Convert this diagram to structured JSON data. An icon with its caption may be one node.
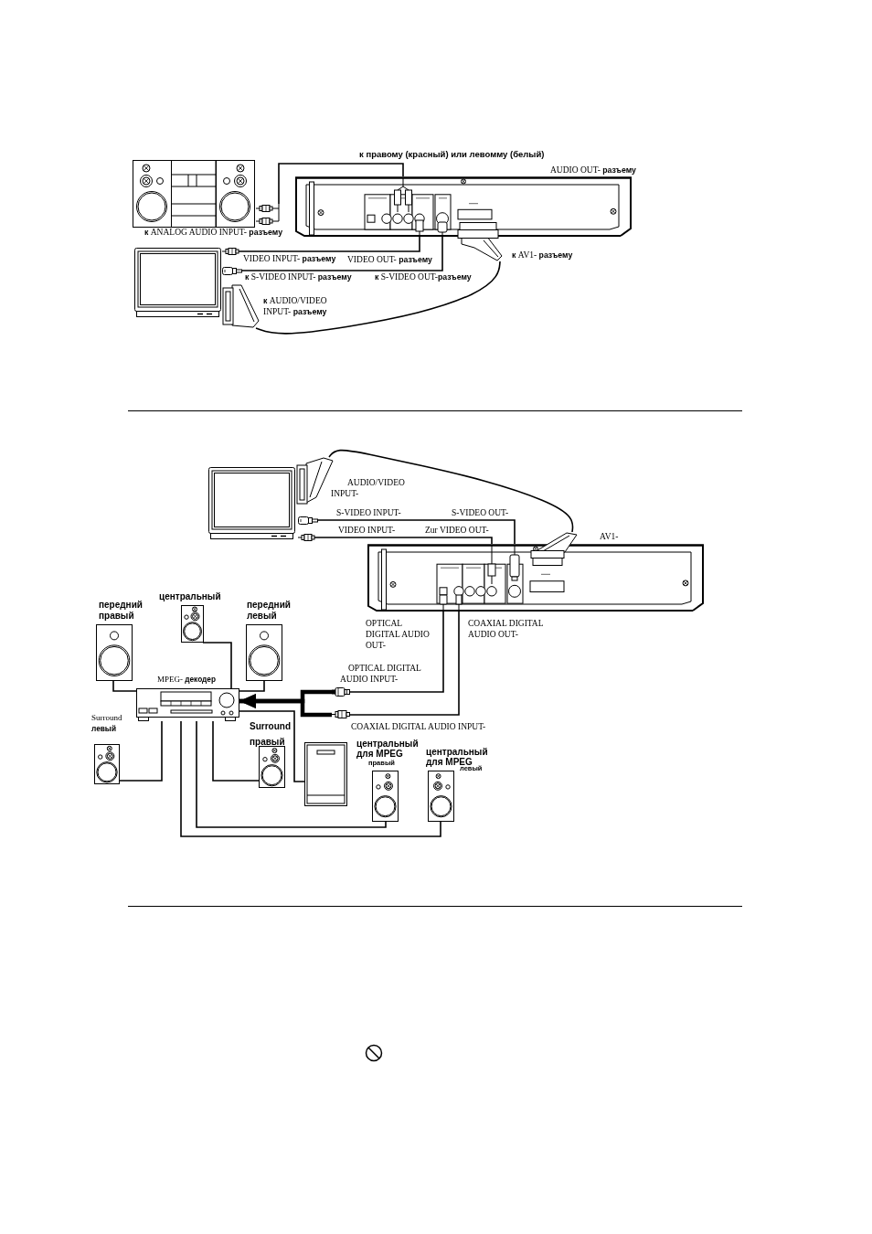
{
  "diagram": {
    "nodes": [
      {
        "text": [],
        "shape": "picture",
        "beside": [
          "**к** ANALOG AUDIO INPUT- **разъему**"
        ]
      },
      {
        "text": [],
        "shape": "picture"
      },
      {
        "text": [],
        "shape": "picture",
        "beside": [
          "AUDIO OUT- **разъему**",
          "VIDEO OUT- **разъему**",
          "**к** S-VIDEO OUT-**разъему**"
        ]
      },
      {
        "text": [],
        "shape": "picture",
        "beside": [
          "**к** AV1- **разъему**"
        ]
      },
      {
        "text": [],
        "shape": "picture"
      },
      {
        "text": [],
        "shape": "picture",
        "beside": [
          "VIDEO INPUT- **разъему**"
        ]
      },
      {
        "text": [],
        "shape": "picture",
        "beside": [
          "**к** S-VIDEO INPUT- **разъему**"
        ]
      },
      {
        "text": [],
        "shape": "picture",
        "beside": [
          "**к** AUDIO/VIDEO INPUT- **разъему**"
        ]
      },
      {
        "text": [],
        "shape": "picture"
      },
      {
        "text": [],
        "shape": "picture",
        "beside": [
          "AUDIO/VIDEO INPUT-"
        ]
      },
      {
        "text": [],
        "shape": "picture"
      },
      {
        "text": [],
        "shape": "picture"
      },
      {
        "text": [],
        "shape": "picture",
        "beside": [
          "S-VIDEO OUT-",
          "Zur VIDEO OUT-",
          "AV1-",
          "OPTICAL DIGITAL AUDIO OUT-",
          "COAXIAL DIGITAL AUDIO OUT-"
        ]
      },
      {
        "text": [],
        "shape": "picture"
      },
      {
        "text": [],
        "shape": "picture",
        "beside": [
          "передний правый"
        ]
      },
      {
        "text": [],
        "shape": "picture",
        "beside": [
          "центральный"
        ]
      },
      {
        "text": [],
        "shape": "picture",
        "beside": [
          "передний левый"
        ]
      },
      {
        "text": [],
        "shape": "picture",
        "beside": [
          "MPEG- **декодер**"
        ]
      },
      {
        "text": [],
        "shape": "picture",
        "beside": [
          "OPTICAL DIGITAL AUDIO INPUT-"
        ]
      },
      {
        "text": [],
        "shape": "picture",
        "beside": [
          "COAXIAL DIGITAL AUDIO INPUT-"
        ]
      },
      {
        "text": [],
        "shape": "picture",
        "beside": [
          "Surround **левый**"
        ]
      },
      {
        "text": [],
        "shape": "picture",
        "beside": [
          "Surround правый"
        ]
      },
      {
        "text": [],
        "shape": "picture"
      },
      {
        "text": [],
        "shape": "picture",
        "beside": [
          "центральный для MPEG",
          "правый"
        ]
      },
      {
        "text": [],
        "shape": "picture",
        "beside": [
          "центральный для MPEG",
          "левый"
        ]
      }
    ],
    "edges": [
      {
        "from": 2,
        "to": 1,
        "arrow": "none",
        "label": "к правому (красный) или левомму (белый)"
      },
      {
        "from": 2,
        "to": 5,
        "arrow": "none"
      },
      {
        "from": 2,
        "to": 6,
        "arrow": "none"
      },
      {
        "from": 3,
        "to": 7,
        "arrow": "none"
      },
      {
        "from": 13,
        "to": 9,
        "arrow": "none"
      },
      {
        "from": 12,
        "to": 10,
        "arrow": "none"
      },
      {
        "from": 12,
        "to": 11,
        "arrow": "none"
      },
      {
        "from": 12,
        "to": 18,
        "arrow": "none"
      },
      {
        "from": 12,
        "to": 19,
        "arrow": "none"
      },
      {
        "from": 18,
        "to": 17,
        "arrow": "to",
        "style": "thick"
      },
      {
        "from": 19,
        "to": 17,
        "arrow": "to",
        "style": "thick"
      },
      {
        "from": 17,
        "to": 14,
        "arrow": "none"
      },
      {
        "from": 17,
        "to": 15,
        "arrow": "none"
      },
      {
        "from": 17,
        "to": 16,
        "arrow": "none"
      },
      {
        "from": 17,
        "to": 20,
        "arrow": "none"
      },
      {
        "from": 17,
        "to": 21,
        "arrow": "none"
      },
      {
        "from": 17,
        "to": 22,
        "arrow": "none"
      },
      {
        "from": 17,
        "to": 23,
        "arrow": "none"
      },
      {
        "from": 17,
        "to": 24,
        "arrow": "none"
      }
    ],
    "labels": [
      "S-VIDEO INPUT-",
      "VIDEO INPUT-"
    ]
  }
}
